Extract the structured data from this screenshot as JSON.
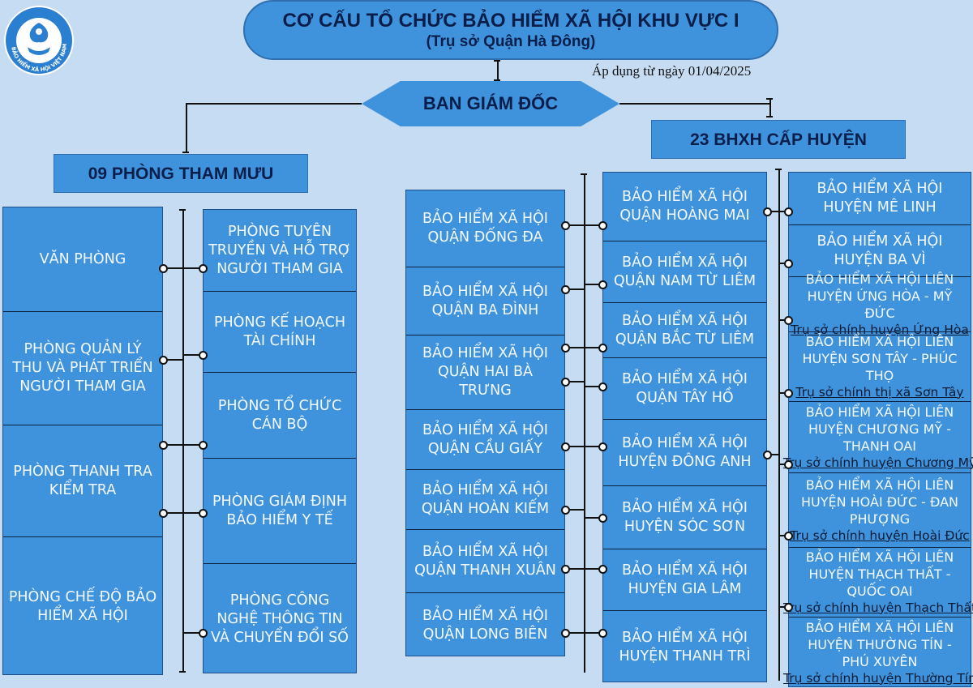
{
  "title": "CƠ CẤU TỔ CHỨC BẢO HIỂM XÃ HỘI KHU VỰC I",
  "subtitle": "(Trụ sở Quận Hà Đông)",
  "effective_date": "Áp dụng từ ngày 01/04/2025",
  "top_node": "BAN GIÁM ĐỐC",
  "logo_text": "BẢO HIỂM XÃ HỘI VIỆT NAM",
  "advisory": {
    "header": "09 PHÒNG THAM MƯU",
    "col1": [
      "VĂN PHÒNG",
      "PHÒNG QUẢN LÝ THU VÀ PHÁT TRIỂN NGƯỜI THAM GIA",
      "PHÒNG THANH TRA KIỂM TRA",
      "PHÒNG CHẾ ĐỘ BẢO HIỂM XÃ HỘI"
    ],
    "col2": [
      "PHÒNG TUYÊN TRUYỀN VÀ HỖ TRỢ NGƯỜI THAM GIA",
      "PHÒNG KẾ HOẠCH TÀI CHÍNH",
      "PHÒNG TỔ CHỨC CÁN BỘ",
      "PHÒNG GIÁM ĐỊNH BẢO HIỂM Y TẾ",
      "PHÒNG CÔNG NGHỆ THÔNG TIN VÀ CHUYỂN ĐỔI SỐ"
    ]
  },
  "district": {
    "header": "23 BHXH CẤP HUYỆN",
    "col1": [
      "BẢO HIỂM XÃ HỘI QUẬN ĐỐNG ĐA",
      "BẢO HIỂM XÃ HỘI QUẬN BA ĐÌNH",
      "BẢO HIỂM XÃ HỘI QUẬN HAI BÀ TRƯNG",
      "BẢO HIỂM XÃ HỘI QUẬN CẦU GIẤY",
      "BẢO HIỂM XÃ HỘI QUẬN HOÀN KIẾM",
      "BẢO HIỂM XÃ HỘI QUẬN THANH XUÂN",
      "BẢO HIỂM XÃ HỘI QUẬN LONG BIÊN"
    ],
    "col2": [
      "BẢO HIỂM XÃ HỘI QUẬN HOÀNG MAI",
      "BẢO HIỂM XÃ HỘI QUẬN NAM TỪ LIÊM",
      "BẢO HIỂM XÃ HỘI QUẬN BẮC TỪ LIÊM",
      "BẢO HIỂM XÃ HỘI QUẬN TÂY HỒ",
      "BẢO HIỂM XÃ HỘI HUYỆN ĐÔNG ANH",
      "BẢO HIỂM XÃ HỘI HUYỆN SÓC SƠN",
      "BẢO HIỂM XÃ HỘI HUYỆN GIA LÂM",
      "BẢO HIỂM XÃ HỘI HUYỆN THANH TRÌ"
    ],
    "col3": [
      {
        "name": "BẢO HIỂM XÃ HỘI HUYỆN MÊ LINH",
        "seat": ""
      },
      {
        "name": "BẢO HIỂM XÃ HỘI HUYỆN BA VÌ",
        "seat": ""
      },
      {
        "name": "BẢO HIỂM XÃ HỘI LIÊN HUYỆN ỨNG HÒA - MỸ ĐỨC",
        "seat": "Trụ sở chính huyện Ứng Hòa"
      },
      {
        "name": "BẢO HIỂM XÃ HỘI LIÊN HUYỆN SƠN TÂY - PHÚC THỌ",
        "seat": "Trụ sở chính thị xã Sơn Tây"
      },
      {
        "name": "BẢO HIỂM XÃ HỘI LIÊN HUYỆN CHƯƠNG MỸ - THANH OAI",
        "seat": "Trụ sở chính huyện Chương Mỹ"
      },
      {
        "name": "BẢO HIỂM XÃ HỘI LIÊN HUYỆN HOÀI ĐỨC - ĐAN PHƯỢNG",
        "seat": "Trụ sở chính huyện Hoài Đức"
      },
      {
        "name": "BẢO HIỂM XÃ HỘI LIÊN HUYỆN THẠCH THẤT - QUỐC OAI",
        "seat": "Trụ sở chính huyện Thạch Thất"
      },
      {
        "name": "BẢO HIỂM XÃ HỘI LIÊN HUYỆN THƯỜNG TÍN - PHÚ XUYÊN",
        "seat": "Trụ sở chính huyện Thường Tín"
      }
    ]
  }
}
